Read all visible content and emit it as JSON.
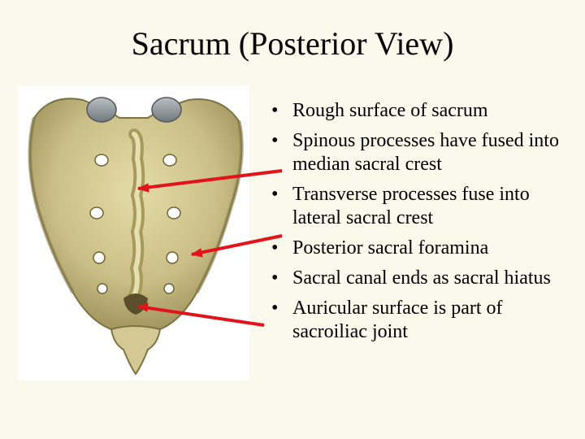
{
  "slide": {
    "title": "Sacrum (Posterior View)"
  },
  "bullets": [
    {
      "text": "Rough surface of sacrum"
    },
    {
      "text": "Spinous processes have fused into median sacral crest"
    },
    {
      "text": "Transverse processes fuse into lateral sacral crest"
    },
    {
      "text": "Posterior sacral foramina"
    },
    {
      "text": "Sacral canal ends as sacral hiatus"
    },
    {
      "text": "Auricular surface is part of sacroiliac joint"
    }
  ],
  "colors": {
    "background": "#fbf8ec",
    "bone": "#c9bf8a",
    "bone_shadow": "#8f8450",
    "arrow": "#e2141b"
  }
}
